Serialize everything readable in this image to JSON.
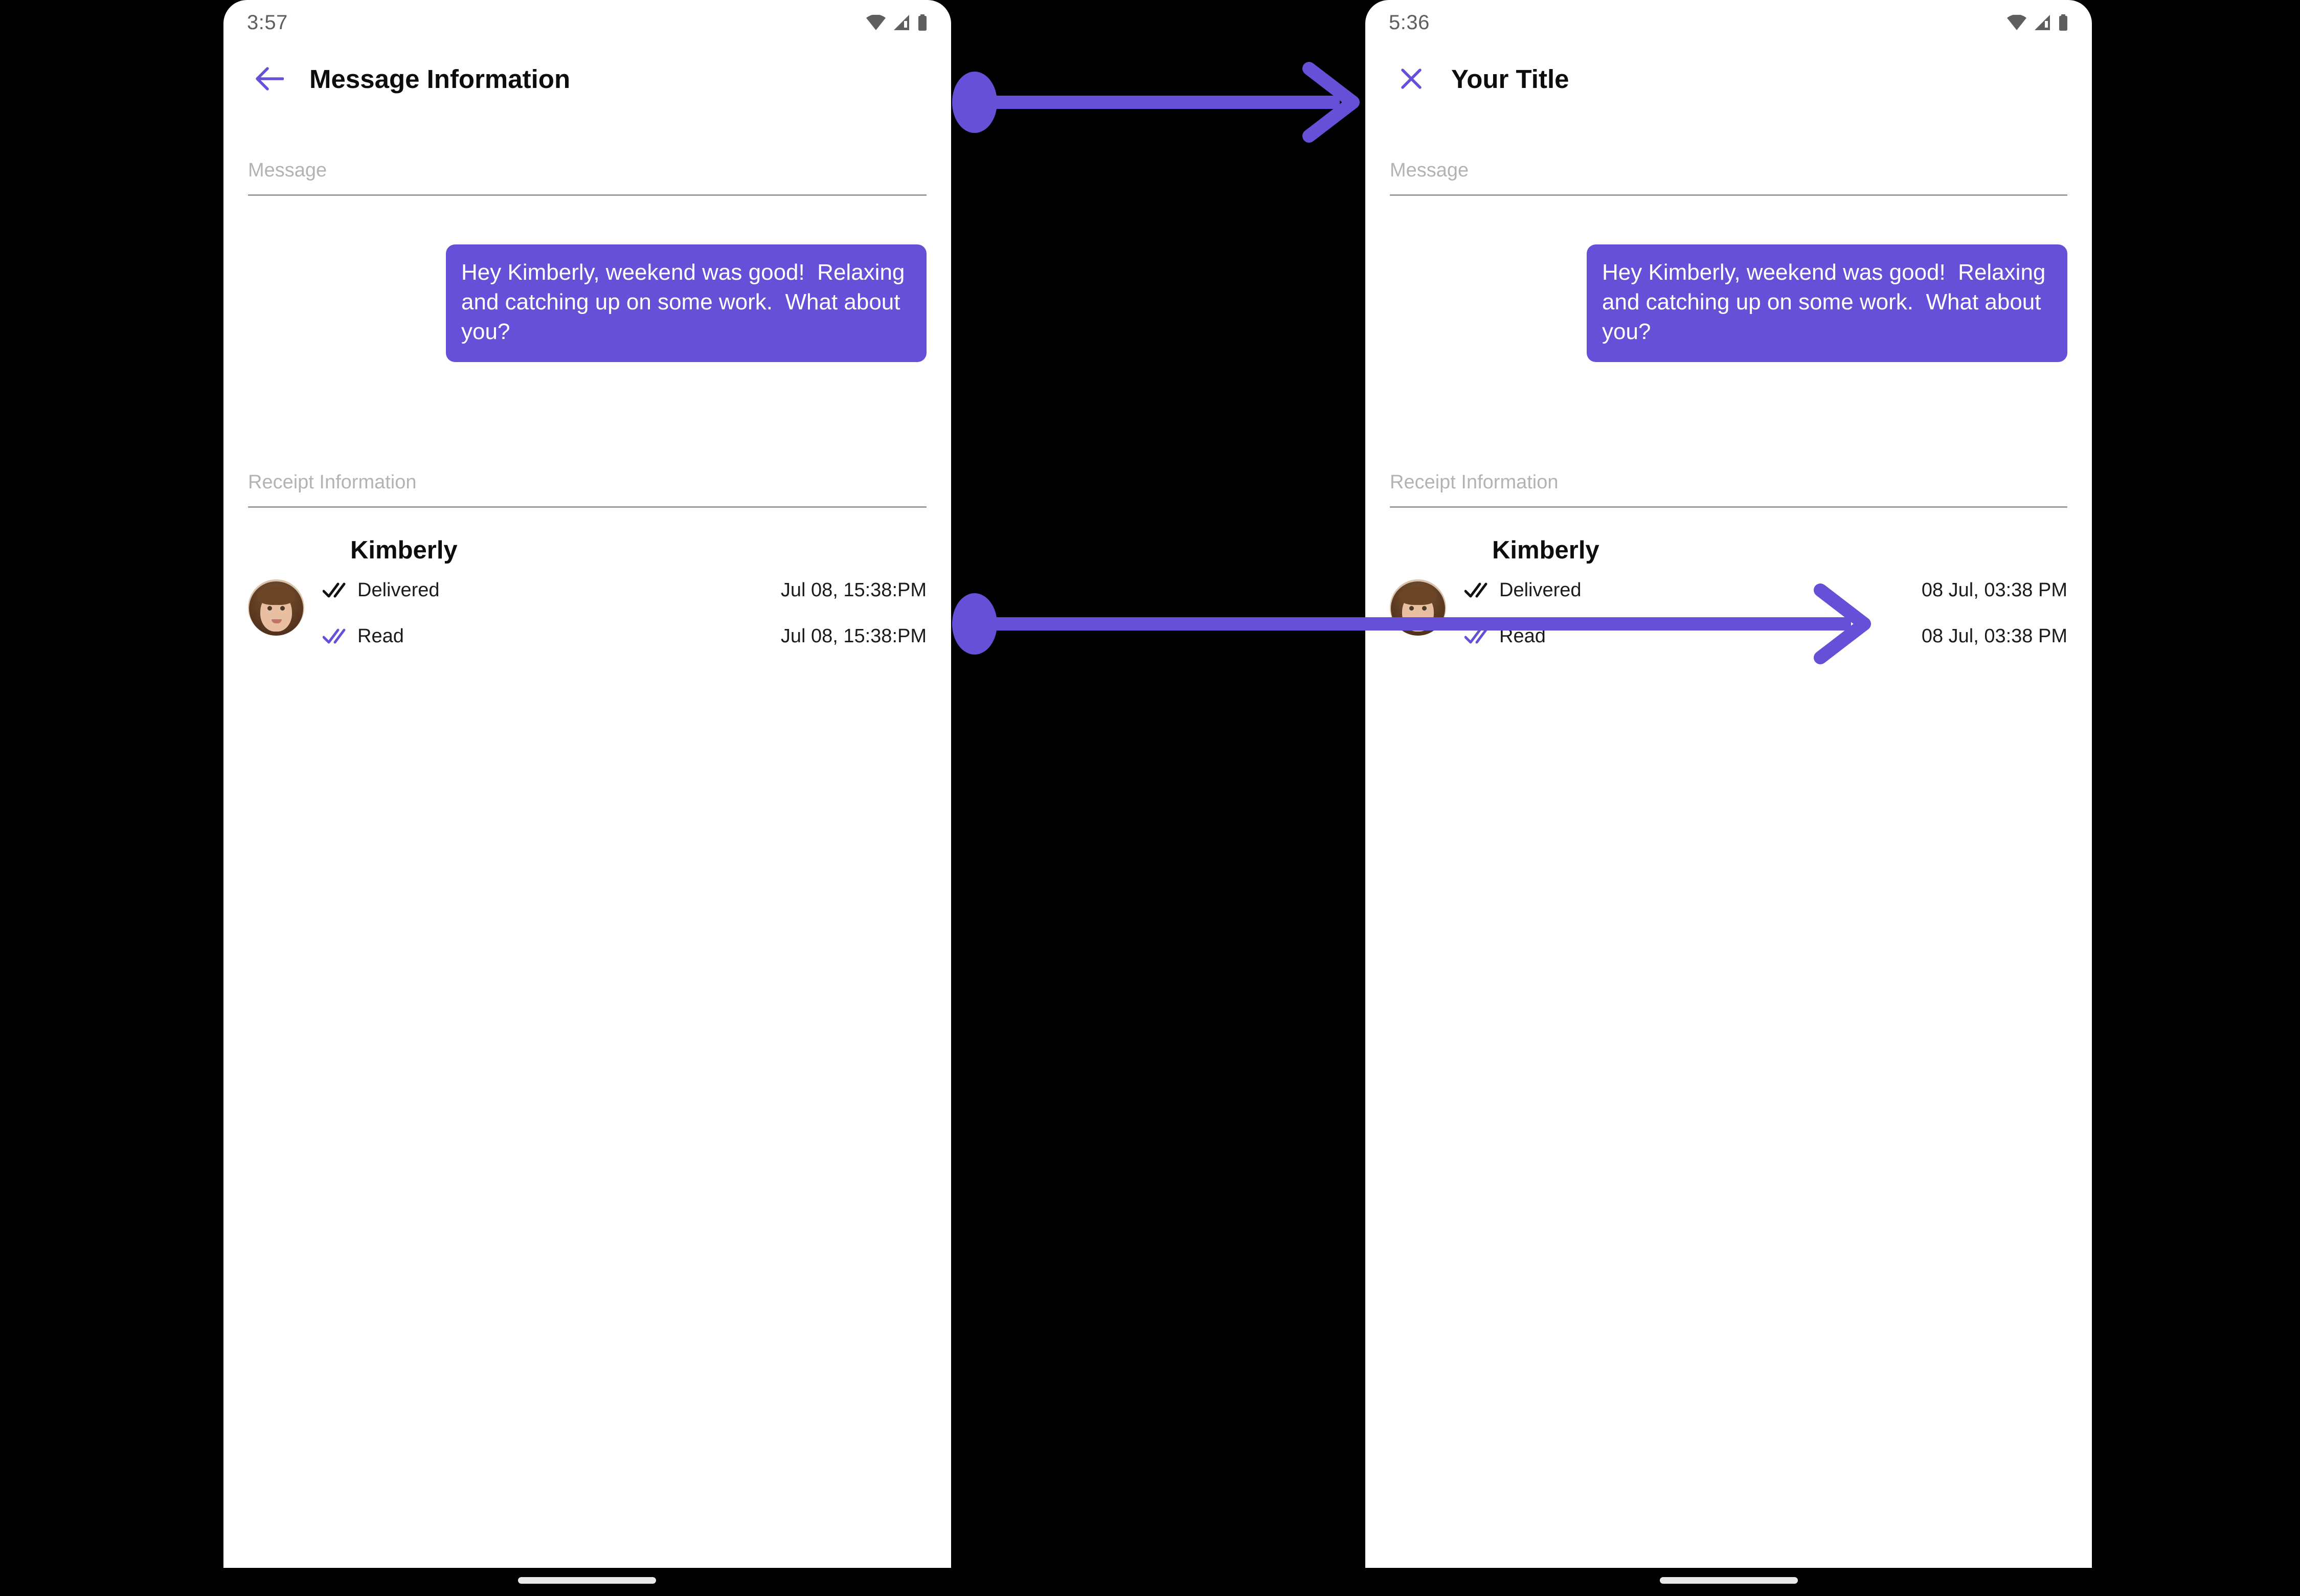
{
  "theme": {
    "accent": "#6750D8",
    "background": "#000000",
    "screen": "#ffffff",
    "label_gray": "#b3b3b3",
    "divider_gray": "#9e9e9e",
    "status_gray": "#5f5f5f"
  },
  "screens": [
    {
      "id": "before",
      "status_bar": {
        "time": "3:57",
        "icons": [
          "wifi-icon",
          "cellular-signal-icon",
          "battery-icon"
        ]
      },
      "app_bar": {
        "nav_icon": "back-arrow-icon",
        "title": "Message Information"
      },
      "message_section": {
        "label": "Message",
        "bubble_text": "Hey Kimberly, weekend was good!  Relaxing and catching up on some work.  What about you?"
      },
      "receipt_section": {
        "label": "Receipt Information",
        "contact_name": "Kimberly",
        "avatar": "contact-avatar",
        "rows": [
          {
            "icon": "double-check-delivered-icon",
            "status": "Delivered",
            "timestamp": "Jul 08, 15:38:PM"
          },
          {
            "icon": "double-check-read-icon",
            "status": "Read",
            "timestamp": "Jul 08, 15:38:PM"
          }
        ]
      }
    },
    {
      "id": "after",
      "status_bar": {
        "time": "5:36",
        "icons": [
          "wifi-icon",
          "cellular-signal-icon",
          "battery-icon"
        ]
      },
      "app_bar": {
        "nav_icon": "close-x-icon",
        "title": "Your Title"
      },
      "message_section": {
        "label": "Message",
        "bubble_text": "Hey Kimberly, weekend was good!  Relaxing and catching up on some work.  What about you?"
      },
      "receipt_section": {
        "label": "Receipt Information",
        "contact_name": "Kimberly",
        "avatar": "contact-avatar",
        "rows": [
          {
            "icon": "double-check-delivered-icon",
            "status": "Delivered",
            "timestamp": "08 Jul, 03:38 PM"
          },
          {
            "icon": "double-check-read-icon",
            "status": "Read",
            "timestamp": "08 Jul, 03:38 PM"
          }
        ]
      }
    }
  ],
  "annotations": [
    {
      "id": "title-change-arrow",
      "icon": "annotation-arrow-icon"
    },
    {
      "id": "timestamp-change-arrow",
      "icon": "annotation-arrow-icon"
    }
  ]
}
